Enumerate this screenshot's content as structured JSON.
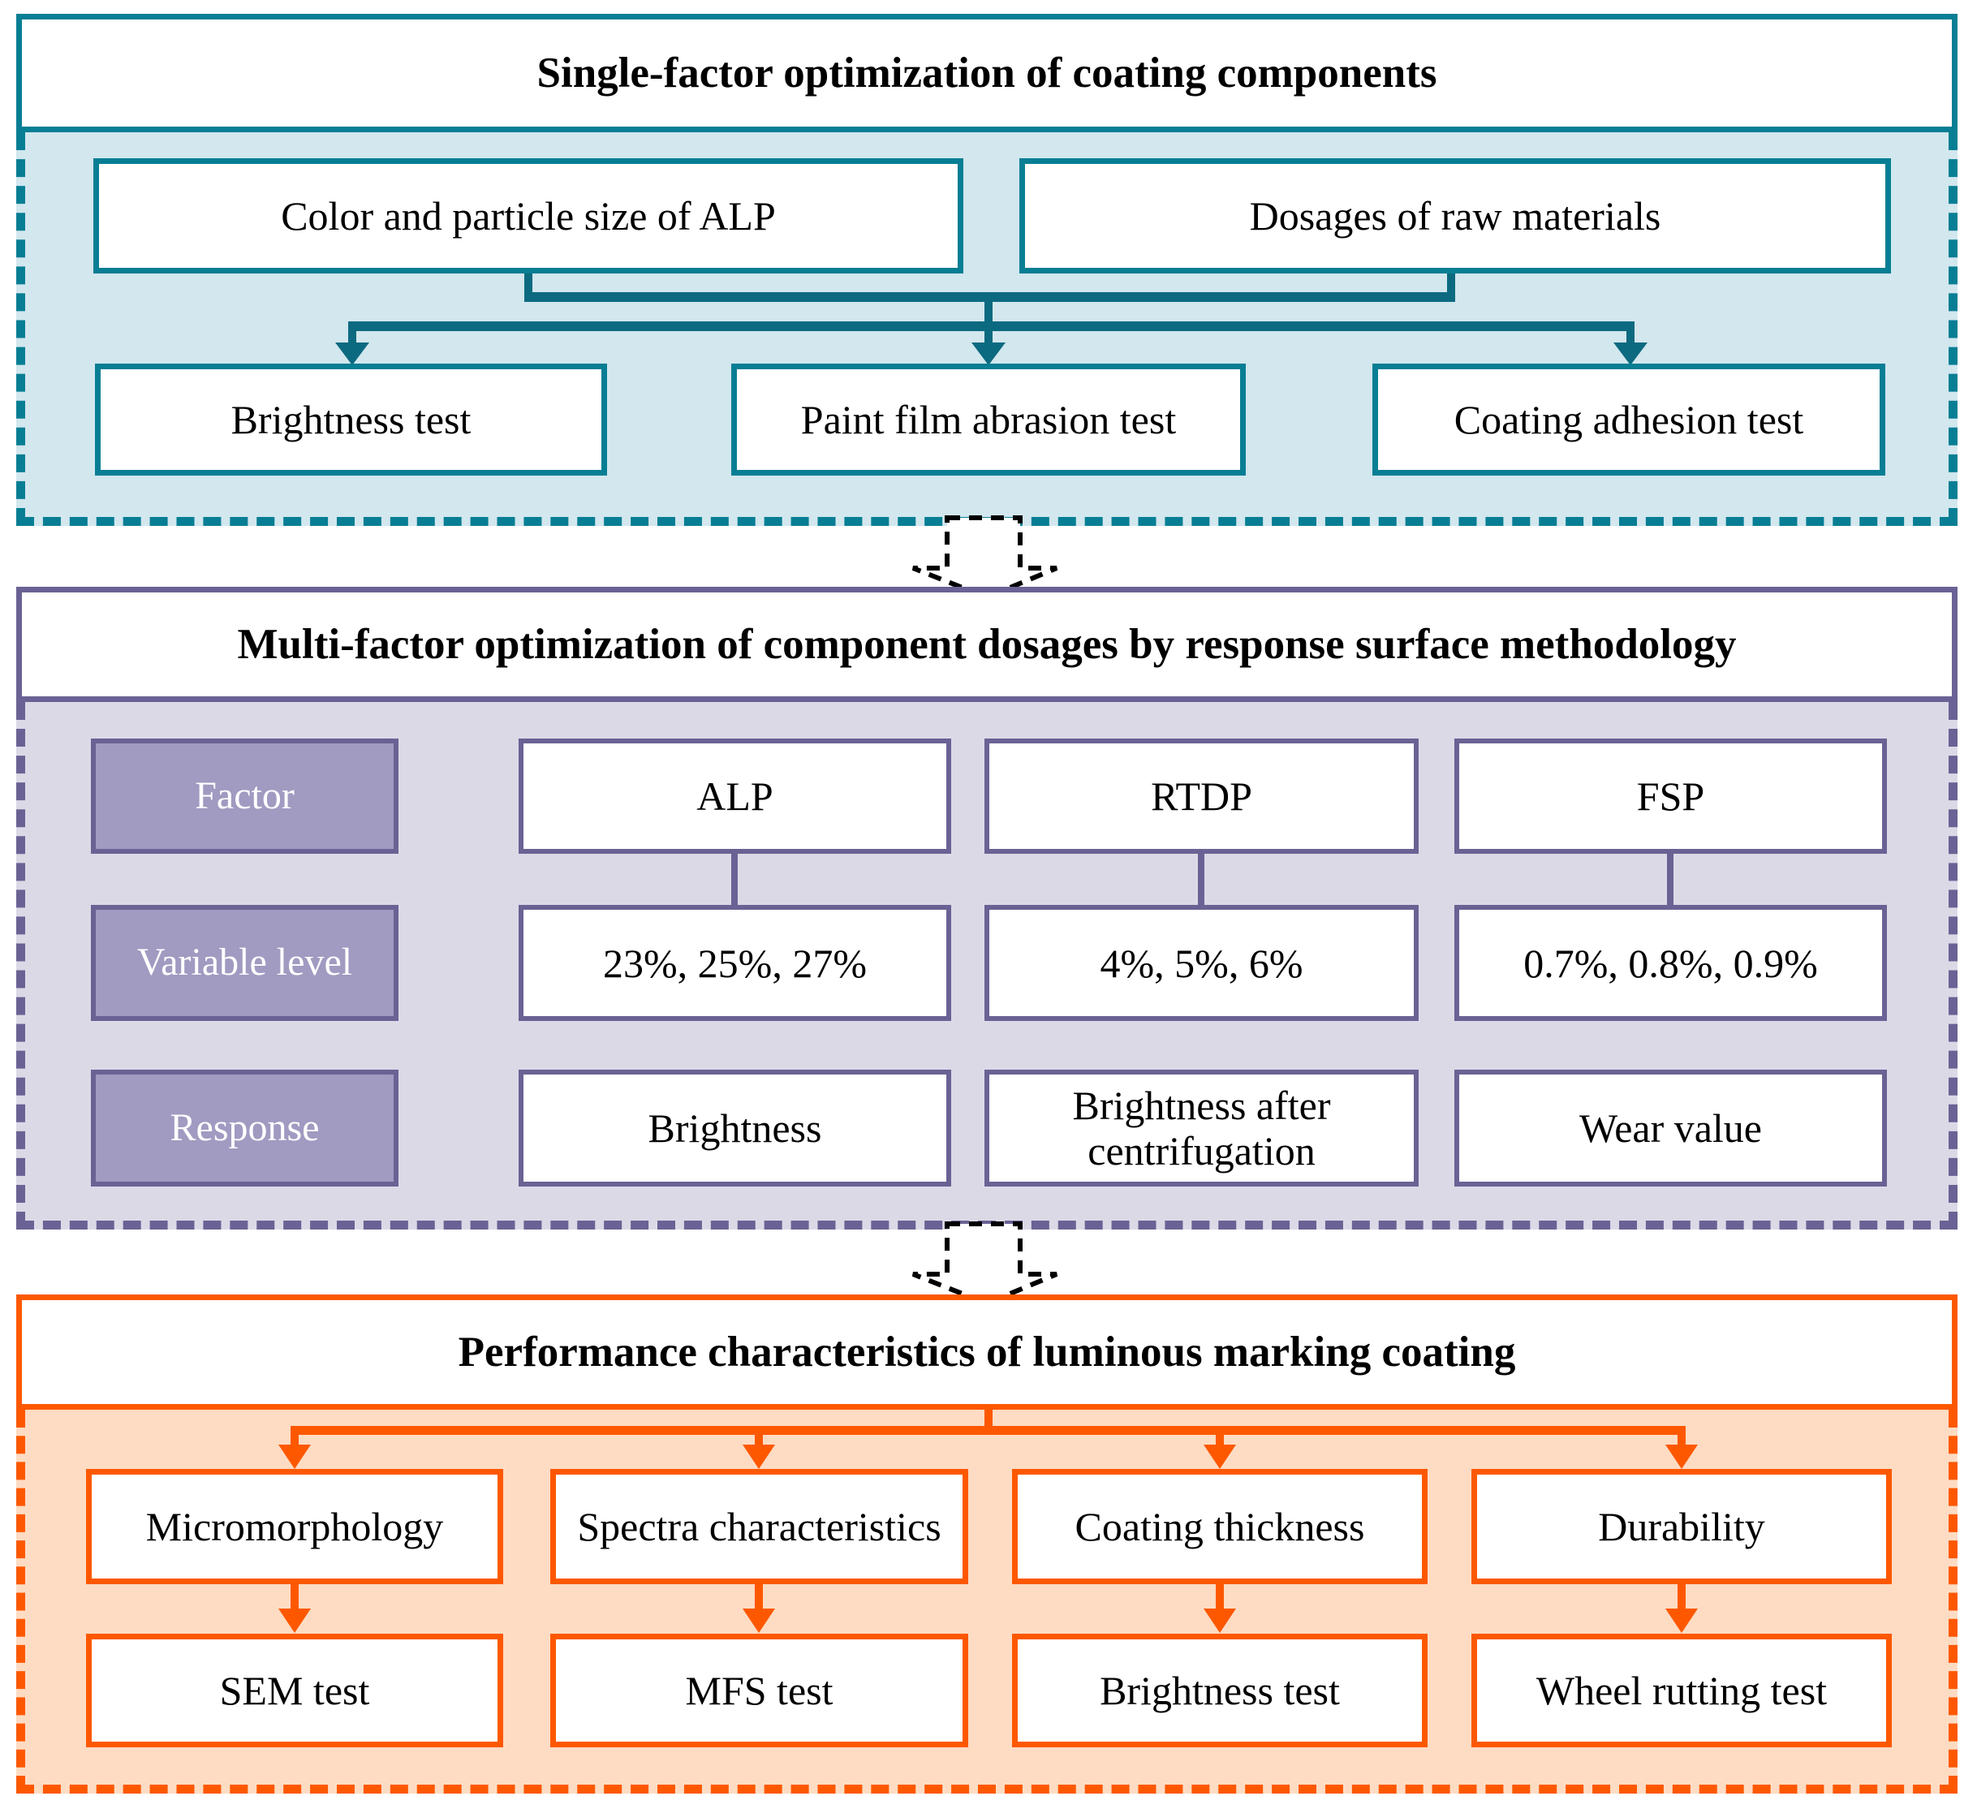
{
  "palette": {
    "teal_border": "#077e94",
    "teal_connector": "#0c6a80",
    "teal_fill": "#d2e7ee",
    "purple_border": "#6a6294",
    "purple_label_fill": "#a19ac1",
    "purple_fill": "#dcd9e7",
    "orange_border": "#fd5800",
    "orange_fill": "#fedcc3",
    "flow_arrow_outline": "#000000"
  },
  "sections": [
    {
      "title": "Single-factor optimization of coating components",
      "boxes": [
        "Color and particle size of ALP",
        "Dosages of  raw materials"
      ],
      "tests": [
        "Brightness test",
        "Paint film abrasion test",
        "Coating adhesion test"
      ]
    },
    {
      "title": "Multi-factor optimization of component dosages by response surface methodology",
      "row_labels": [
        "Factor",
        "Variable level",
        "Response"
      ],
      "factors": [
        "ALP",
        "RTDP",
        "FSP"
      ],
      "levels": [
        "23%, 25%, 27%",
        "4%, 5%, 6%",
        "0.7%, 0.8%, 0.9%"
      ],
      "responses": [
        "Brightness",
        "Brightness after centrifugation",
        "Wear value"
      ]
    },
    {
      "title": "Performance characteristics of luminous marking coating",
      "characteristics": [
        "Micromorphology",
        "Spectra characteristics",
        "Coating thickness",
        "Durability"
      ],
      "tests": [
        "SEM test",
        "MFS test",
        "Brightness test",
        "Wheel rutting test"
      ]
    }
  ]
}
